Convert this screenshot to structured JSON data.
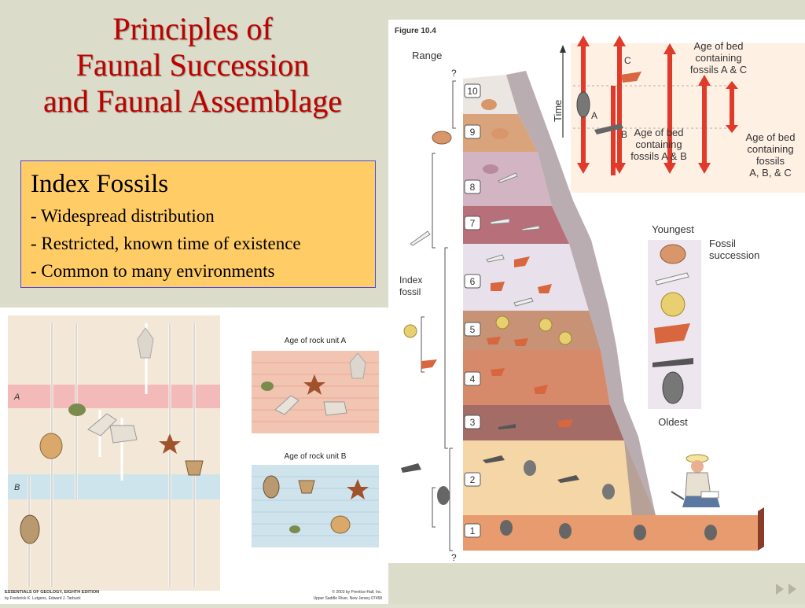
{
  "slide": {
    "title_lines": [
      "Principles of",
      "Faunal Succession",
      "and Faunal Assemblage"
    ],
    "infobox": {
      "heading": "Index Fossils",
      "bullets": [
        "- Widespread distribution",
        "- Restricted, known time of existence",
        "- Common to many environments"
      ]
    }
  },
  "left_figure": {
    "band_a_label": "A",
    "band_b_label": "B",
    "age_a_caption": "Age of rock unit A",
    "age_b_caption": "Age of rock unit B",
    "credit_left_1": "ESSENTIALS OF GEOLOGY, EIGHTH EDITION",
    "credit_left_2": "by Frederick K. Lutgens, Edward J. Tarbuck",
    "credit_right_1": "© 2003 by Prentice-Hall, Inc.",
    "credit_right_2": "Upper Saddle River, New Jersey 07458"
  },
  "right_figure": {
    "figure_label": "Figure 10.4",
    "range_label": "Range",
    "question_top": "?",
    "question_bottom": "?",
    "layers": [
      "10",
      "9",
      "8",
      "7",
      "6",
      "5",
      "4",
      "3",
      "2",
      "1"
    ],
    "index_fossil_label": [
      "Index",
      "fossil"
    ],
    "time_label": "Time",
    "letter_a": "A",
    "letter_b": "B",
    "letter_c": "C",
    "age_ac": [
      "Age of bed",
      "containing",
      "fossils A & C"
    ],
    "age_ab": [
      "Age of bed",
      "containing",
      "fossils A & B"
    ],
    "age_abc": [
      "Age of bed",
      "containing",
      "fossils",
      "A, B, & C"
    ],
    "youngest": "Youngest",
    "oldest": "Oldest",
    "fossil_succession": [
      "Fossil",
      "succession"
    ]
  },
  "colors": {
    "title": "#c00000",
    "infobox_bg": "#ffcc66",
    "arrow_red": "#e03a2a"
  }
}
